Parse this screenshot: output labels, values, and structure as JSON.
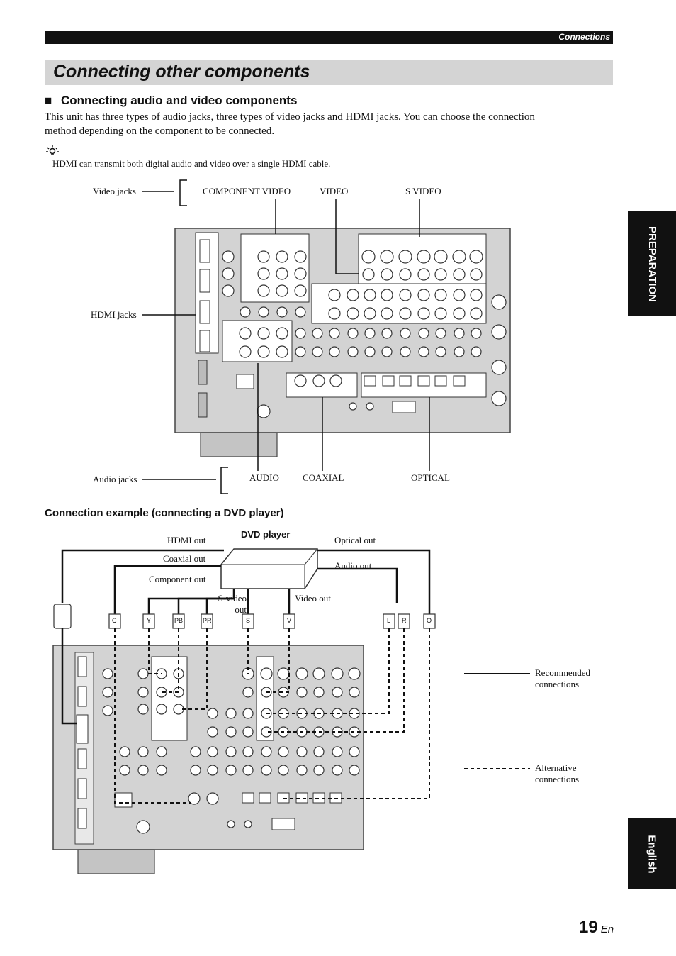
{
  "header": {
    "section": "Connections"
  },
  "title": "Connecting other components",
  "section1": {
    "bullet": "■",
    "heading": "Connecting audio and video components",
    "body_line1": "This unit has three types of audio jacks, three types of video jacks and HDMI jacks. You can choose the connection",
    "body_line2": "method depending on the component to be connected.",
    "tip_icon": "lightbulb-icon",
    "tip": "HDMI can transmit both digital audio and video over a single HDMI cable."
  },
  "diagram1": {
    "video_jacks": "Video jacks",
    "component_video": "COMPONENT VIDEO",
    "video": "VIDEO",
    "s_video": "S VIDEO",
    "hdmi_jacks": "HDMI jacks",
    "audio_jacks": "Audio jacks",
    "audio": "AUDIO",
    "coaxial": "COAXIAL",
    "optical": "OPTICAL"
  },
  "section2": {
    "heading": "Connection example (connecting a DVD player)"
  },
  "diagram2": {
    "dvd_player": "DVD player",
    "hdmi_out": "HDMI out",
    "coaxial_out": "Coaxial out",
    "component_out": "Component out",
    "s_video_out_1": "S-video",
    "s_video_out_2": "out",
    "video_out": "Video out",
    "optical_out": "Optical out",
    "audio_out": "Audio out",
    "plug_c": "C",
    "plug_y": "Y",
    "plug_pb": "PB",
    "plug_pr": "PR",
    "plug_s": "S",
    "plug_v": "V",
    "plug_l": "L",
    "plug_r": "R",
    "plug_o": "O",
    "legend_solid_1": "Recommended",
    "legend_solid_2": "connections",
    "legend_dashed_1": "Alternative",
    "legend_dashed_2": "connections"
  },
  "tabs": {
    "preparation": "PREPARATION",
    "english": "English"
  },
  "page": {
    "number": "19",
    "suffix": "En"
  }
}
